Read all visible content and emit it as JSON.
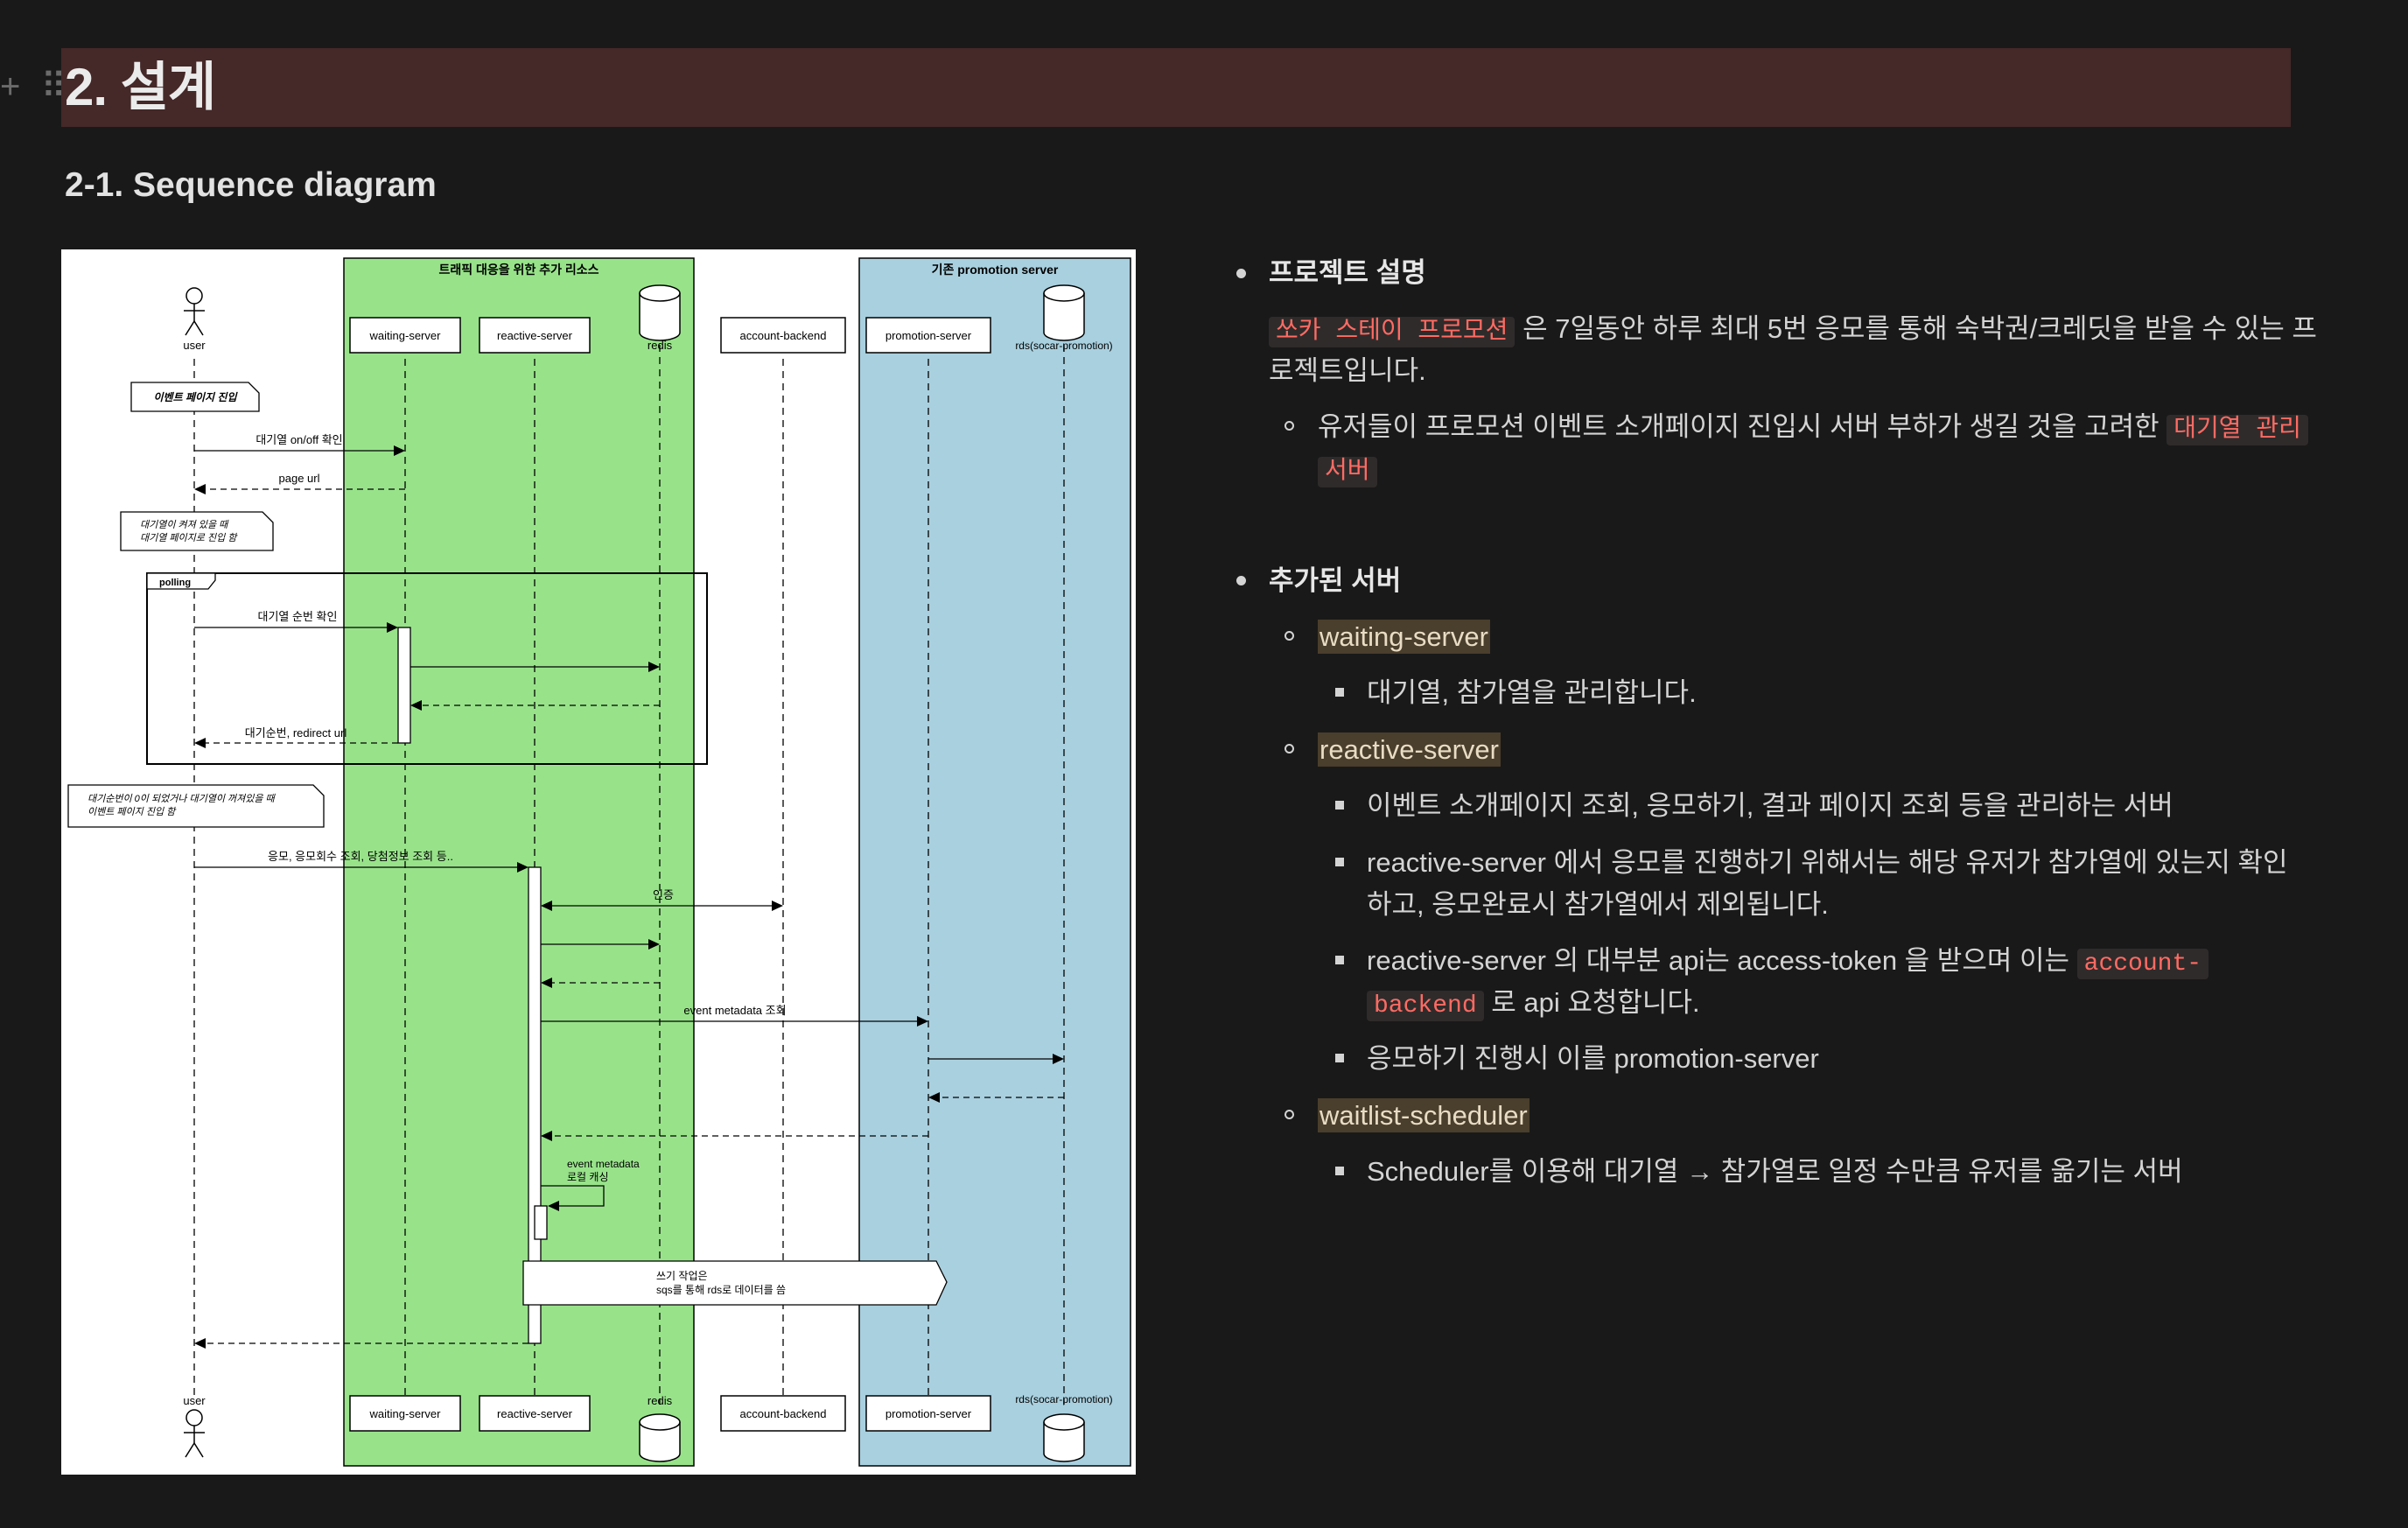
{
  "page": {
    "block_handle": "+ ⠿",
    "heading1": "2. 설계",
    "heading2": "2-1. Sequence diagram"
  },
  "diagram": {
    "group_new_title": "트래픽 대응을 위한 추가 리소스",
    "group_existing_title": "기존 promotion server",
    "participants": {
      "user": "user",
      "waiting": "waiting-server",
      "reactive": "reactive-server",
      "redis": "redis",
      "account": "account-backend",
      "promotion": "promotion-server",
      "rds": "rds(socar-promotion)"
    },
    "notes": {
      "enter_event": "이벤트 페이지 진입",
      "queue_on_1": "대기열이 켜져 있을 때",
      "queue_on_2": "대기열 페이지로 진입 함",
      "polling": "polling",
      "queue_zero_1": "대기순번이 0이 되었거나 대기열이 꺼져있을 때",
      "queue_zero_2": "이벤트 페이지 진입 함",
      "write_1": "쓰기 작업은",
      "write_2": "sqs를 통해 rds로 데이터를 씀",
      "cache_1": "event metadata",
      "cache_2": "로컬 캐싱"
    },
    "messages": {
      "m1": "대기열 on/off 확인",
      "m2": "page url",
      "m3": "대기열 순번 확인",
      "m4": "대기순번, redirect url",
      "m5": "응모, 응모회수 조회, 당첨정보 조회 등..",
      "m6": "인증",
      "m7": "event metadata 조회"
    }
  },
  "notes": {
    "section1_title": "프로젝트 설명",
    "s1_code": "쏘카 스테이 프로모션",
    "s1_text_a": "은 7일동안 하루 최대 5번 응모를 통해 숙박권/크레딧을 받을 수 있는 프",
    "s1_text_b": "로젝트입니다.",
    "s1_sub_text": "유저들이 프로모션 이벤트 소개페이지 진입시 서버 부하가 생길 것을 고려한",
    "s1_sub_code_a": "대기열 관리",
    "s1_sub_code_b": "서버",
    "section2_title": "추가된 서버",
    "waiting_server": "waiting-server",
    "waiting_desc": "대기열, 참가열을 관리합니다.",
    "reactive_server": "reactive-server",
    "reactive_desc1": "이벤트 소개페이지 조회, 응모하기, 결과 페이지 조회 등을 관리하는 서버",
    "reactive_desc2_a": "reactive-server 에서 응모를 진행하기 위해서는 해당 유저가 참가열에 있는지 확인",
    "reactive_desc2_b": "하고, 응모완료시 참가열에서 제외됩니다.",
    "reactive_desc3_a": "reactive-server 의 대부분 api는 access-token 을 받으며 이는",
    "reactive_desc3_code_a": "account-",
    "reactive_desc3_code_b": "backend",
    "reactive_desc3_b": "로 api 요청합니다.",
    "reactive_desc4": "응모하기 진행시 이를 promotion-server",
    "scheduler": "waitlist-scheduler",
    "scheduler_desc": "Scheduler를 이용해 대기열 → 참가열로 일정 수만큼 유저를 옮기는 서버"
  },
  "colors": {
    "background": "#191919",
    "heading1_bg": "#452828",
    "group_new": "#98e38a",
    "group_existing": "#a9d0df",
    "code_text": "#ff6b63",
    "highlight_bg": "#4a3e2c"
  }
}
